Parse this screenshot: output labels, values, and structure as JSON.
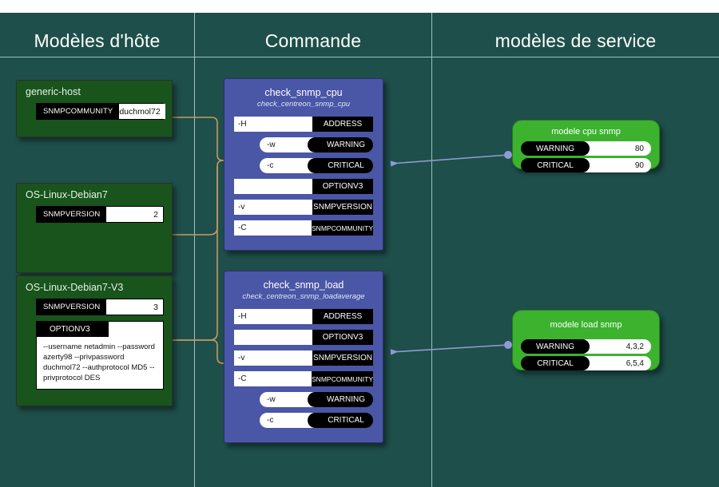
{
  "columns": [
    {
      "id": "host-templates",
      "title": "Modèles d'hôte"
    },
    {
      "id": "commands",
      "title": "Commande"
    },
    {
      "id": "service-templates",
      "title": "modèles de service"
    }
  ],
  "colors": {
    "background": "#1e4f4a",
    "host_node": "#18541c",
    "command_node": "#4a56a6",
    "service_node": "#3cb22e",
    "host_link": "#c79a63",
    "service_link": "#8f9bd4",
    "divider": "#9fc3bd"
  },
  "host_templates": [
    {
      "name": "generic-host",
      "macros": [
        {
          "key": "SNMPCOMMUNITY",
          "value": "duchmol72"
        }
      ]
    },
    {
      "name": "OS-Linux-Debian7",
      "macros": [
        {
          "key": "SNMPVERSION",
          "value": "2"
        }
      ]
    },
    {
      "name": "OS-Linux-Debian7-V3",
      "macros": [
        {
          "key": "SNMPVERSION",
          "value": "3"
        }
      ],
      "block": {
        "key": "OPTIONV3",
        "text": "--username netadmin --password azerty98 --privpassword duchmol72 --authprotocol MD5 --privprotocol DES"
      }
    }
  ],
  "commands": [
    {
      "name": "check_snmp_cpu",
      "binary": "check_centreon_snmp_cpu",
      "args": [
        {
          "flag": "-H",
          "label": "ADDRESS",
          "style": "flat"
        },
        {
          "flag": "-w",
          "label": "WARNING",
          "style": "pill"
        },
        {
          "flag": "-c",
          "label": "CRITICAL",
          "style": "pill"
        },
        {
          "flag": "",
          "label": "OPTIONV3",
          "style": "flat"
        },
        {
          "flag": "-v",
          "label": "SNMPVERSION",
          "style": "flat"
        },
        {
          "flag": "-C",
          "label": "SNMPCOMMUNITY",
          "style": "flat-small"
        }
      ]
    },
    {
      "name": "check_snmp_load",
      "binary": "check_centreon_snmp_loadaverage",
      "args": [
        {
          "flag": "-H",
          "label": "ADDRESS",
          "style": "flat"
        },
        {
          "flag": "",
          "label": "OPTIONV3",
          "style": "flat"
        },
        {
          "flag": "-v",
          "label": "SNMPVERSION",
          "style": "flat"
        },
        {
          "flag": "-C",
          "label": "SNMPCOMMUNITY",
          "style": "flat-small"
        },
        {
          "flag": "-w",
          "label": "WARNING",
          "style": "pill"
        },
        {
          "flag": "-c",
          "label": "CRITICAL",
          "style": "pill"
        }
      ]
    }
  ],
  "service_templates": [
    {
      "name": "modele cpu snmp",
      "macros": [
        {
          "key": "WARNING",
          "value": "80"
        },
        {
          "key": "CRITICAL",
          "value": "90"
        }
      ]
    },
    {
      "name": "modele load snmp",
      "macros": [
        {
          "key": "WARNING",
          "value": "4,3,2"
        },
        {
          "key": "CRITICAL",
          "value": "6,5,4"
        }
      ]
    }
  ]
}
